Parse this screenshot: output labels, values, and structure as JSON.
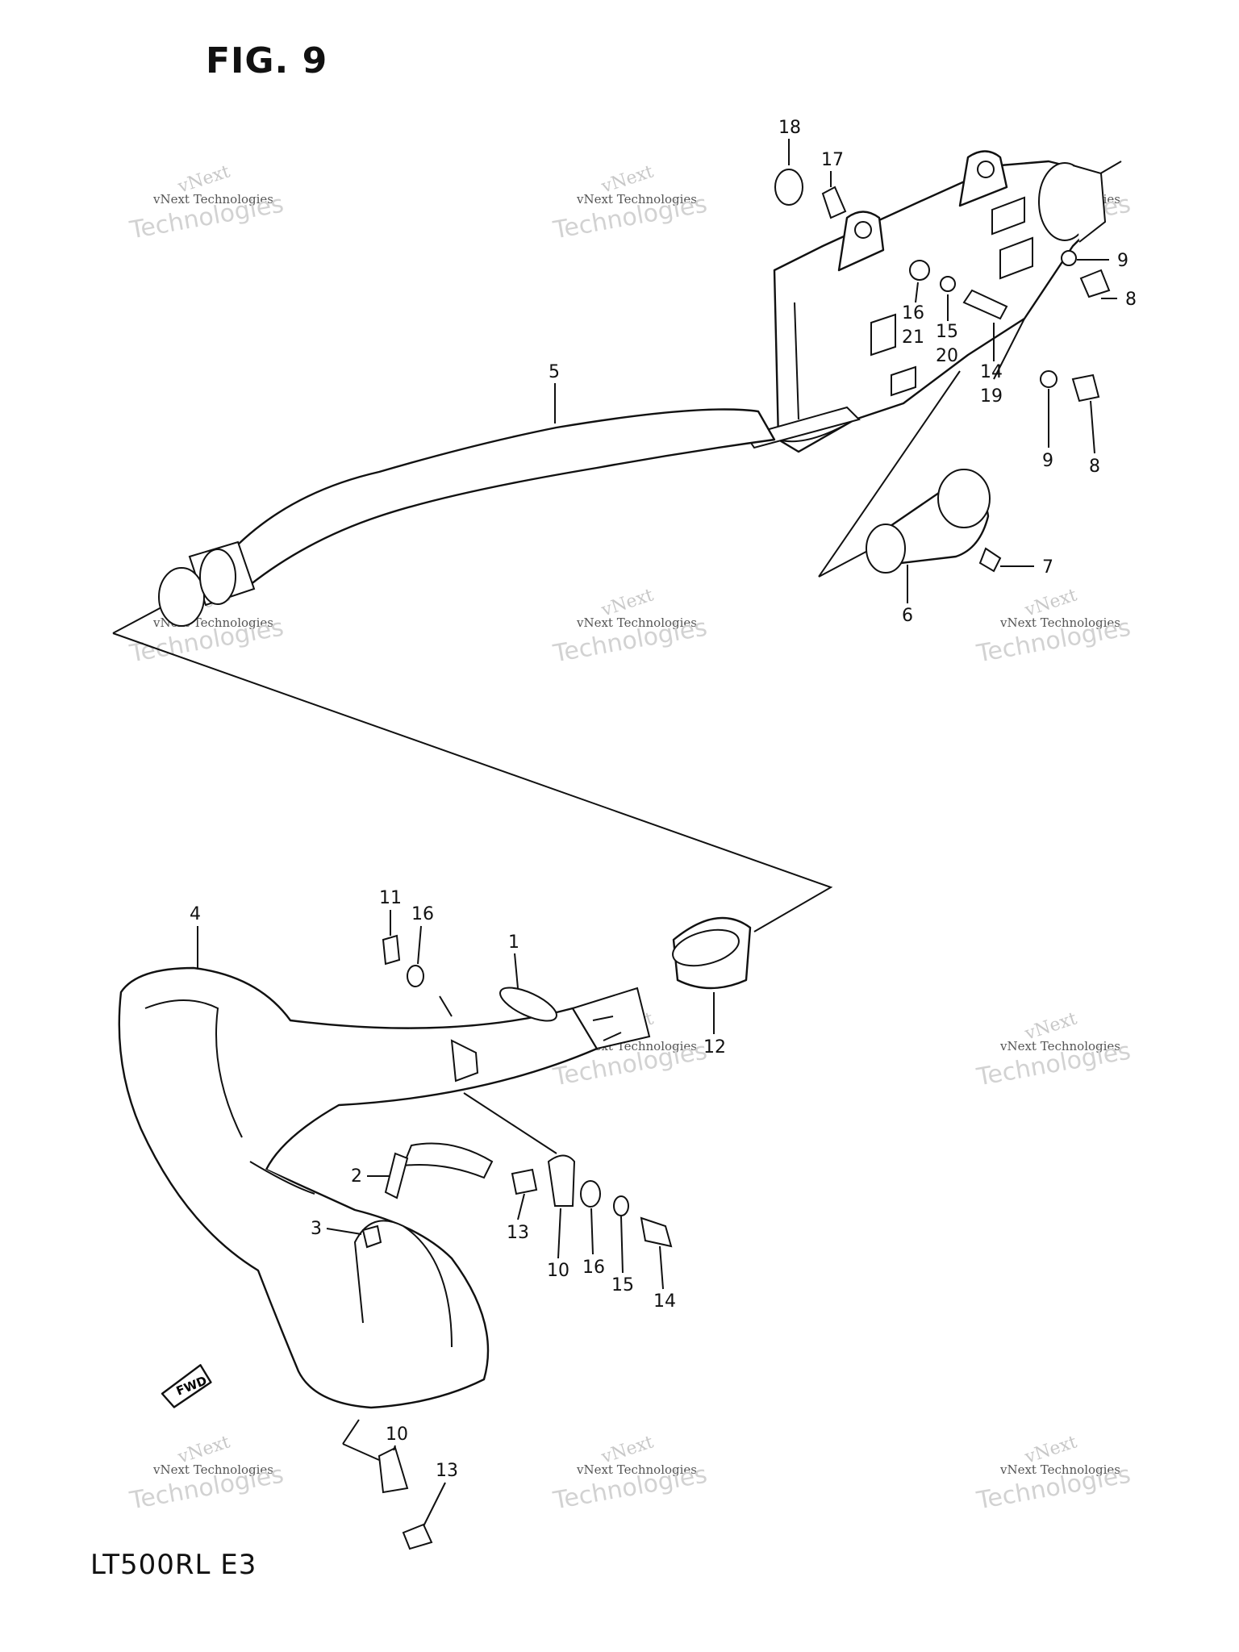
{
  "figure": {
    "title": "FIG. 9",
    "model_code": "LT500RL E3"
  },
  "watermark": {
    "line1": "vNext",
    "line2": "vNext Technologies",
    "line3": "Technologies"
  },
  "callouts": [
    {
      "id": "c18",
      "text": "18"
    },
    {
      "id": "c17",
      "text": "17"
    },
    {
      "id": "c9a",
      "text": "9"
    },
    {
      "id": "c8a",
      "text": "8"
    },
    {
      "id": "c16a",
      "text": "16"
    },
    {
      "id": "c21",
      "text": "21"
    },
    {
      "id": "c15a",
      "text": "15"
    },
    {
      "id": "c20",
      "text": "20"
    },
    {
      "id": "c14a",
      "text": "14"
    },
    {
      "id": "c19",
      "text": "19"
    },
    {
      "id": "c9b",
      "text": "9"
    },
    {
      "id": "c8b",
      "text": "8"
    },
    {
      "id": "c5",
      "text": "5"
    },
    {
      "id": "c7",
      "text": "7"
    },
    {
      "id": "c6",
      "text": "6"
    },
    {
      "id": "c4",
      "text": "4"
    },
    {
      "id": "c11",
      "text": "11"
    },
    {
      "id": "c16b",
      "text": "16"
    },
    {
      "id": "c1",
      "text": "1"
    },
    {
      "id": "c12",
      "text": "12"
    },
    {
      "id": "c2",
      "text": "2"
    },
    {
      "id": "c3",
      "text": "3"
    },
    {
      "id": "c13a",
      "text": "13"
    },
    {
      "id": "c10a",
      "text": "10"
    },
    {
      "id": "c16c",
      "text": "16"
    },
    {
      "id": "c15b",
      "text": "15"
    },
    {
      "id": "c14b",
      "text": "14"
    },
    {
      "id": "c10b",
      "text": "10"
    },
    {
      "id": "c13b",
      "text": "13"
    }
  ],
  "fwd_badge": "FWD"
}
